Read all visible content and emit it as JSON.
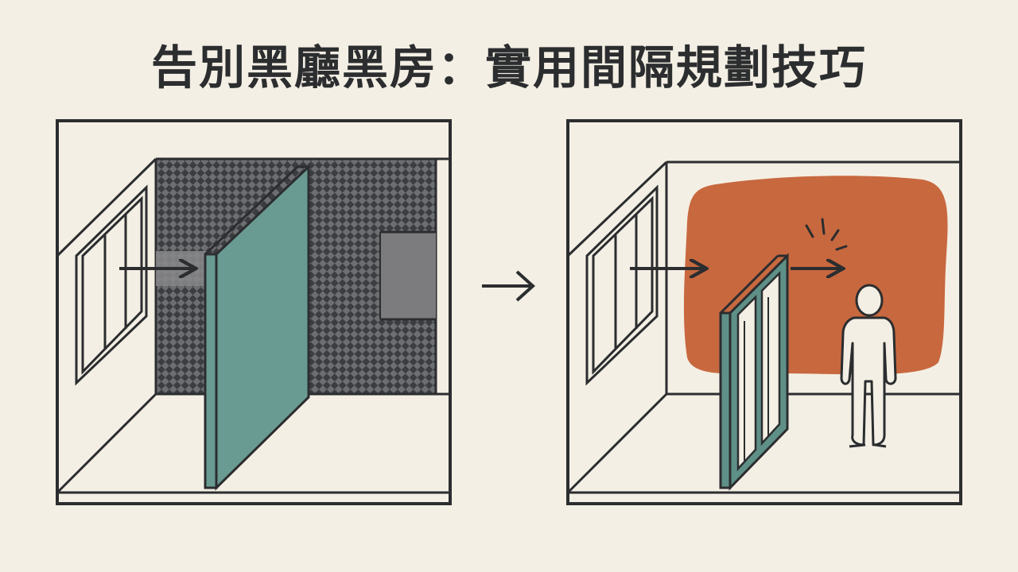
{
  "title": "告別黑廳黑房：實用間隔規劃技巧",
  "colors": {
    "background": "#f4efe4",
    "line": "#2b2d2f",
    "dark_wall": "#3b3d41",
    "solid_partition": "#6a9b93",
    "glass_frame": "#5f9088",
    "light_area": "#c8683f",
    "shadow_block": "#7c7b7d"
  },
  "panels": {
    "before": {
      "room": "dark-room",
      "partition": "solid-partition",
      "light_arrow": "blocked-light-arrow"
    },
    "transition": {
      "icon": "right-arrow-icon"
    },
    "after": {
      "room": "bright-room",
      "partition": "glass-partition",
      "light_arrow": "passing-light-arrow",
      "figure": "person-icon"
    }
  }
}
